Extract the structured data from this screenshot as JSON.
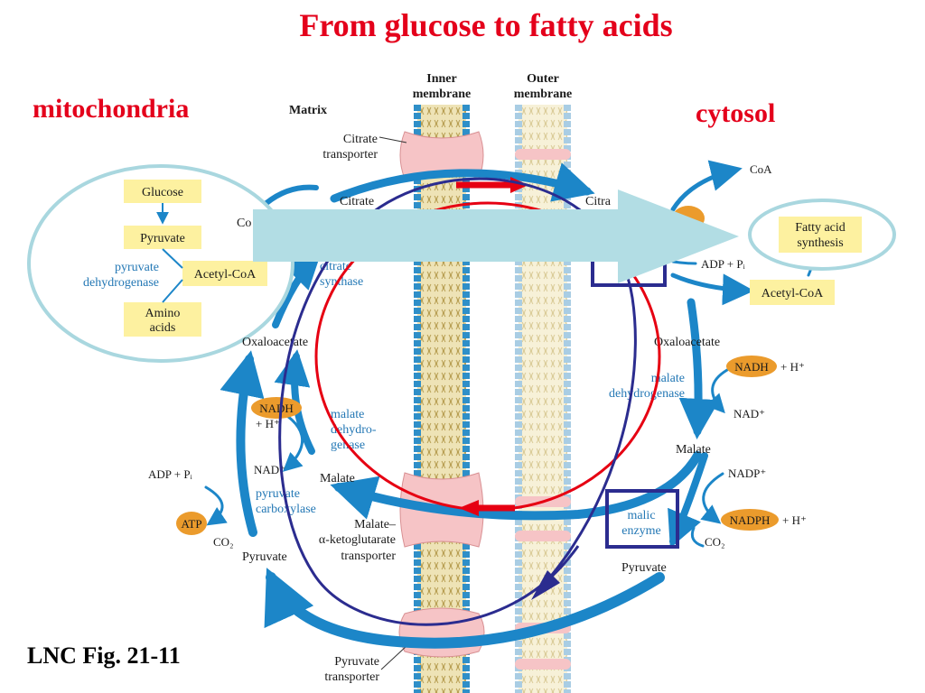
{
  "title": "From glucose to fatty acids",
  "region_mito": "mitochondria",
  "region_cytosol": "cytosol",
  "figure_ref": "LNC Fig. 21-11",
  "headers": {
    "matrix": "Matrix",
    "inner": [
      "Inner",
      "membrane"
    ],
    "outer": [
      "Outer",
      "membrane"
    ]
  },
  "transporters": {
    "citrate": [
      "Citrate",
      "transporter"
    ],
    "malate_akg": [
      "Malate–",
      "α-ketoglutarate",
      "transporter"
    ],
    "pyruvate": [
      "Pyruvate",
      "transporter"
    ]
  },
  "mito": {
    "glucose": "Glucose",
    "pyruvate_box": "Pyruvate",
    "acetyl_coa": "Acetyl-CoA",
    "amino_acids": [
      "Amino",
      "acids"
    ],
    "pdh": [
      "pyruvate",
      "dehydrogenase"
    ],
    "coa": "Co",
    "citrate": "Citrate",
    "citrate_synthase": [
      "citrate",
      "synthase"
    ],
    "oxaloacetate": "Oxaloacetate",
    "nadh": "NADH",
    "h_plus": "+ H⁺",
    "nad_plus": "NAD⁺",
    "malate_dh": [
      "malate",
      "dehydro-",
      "genase"
    ],
    "malate": "Malate",
    "adp_pi": "ADP + Pᵢ",
    "pyruvate_carboxylase": [
      "pyruvate",
      "carboxylase"
    ],
    "atp": "ATP",
    "co2": "CO₂",
    "pyruvate": "Pyruvate"
  },
  "cytosol": {
    "citrate": "Citra",
    "coa": "CoA",
    "fatty_acid_synthesis": [
      "Fatty acid",
      "synthesis"
    ],
    "adp_pi": "ADP + Pᵢ",
    "acetyl_coa": "Acetyl-CoA",
    "oxaloacetate": "Oxaloacetate",
    "nadh": "NADH",
    "h_plus": "+ H⁺",
    "malate_dh": [
      "malate",
      "dehydrogenase"
    ],
    "nad_plus": "NAD⁺",
    "malate": "Malate",
    "nadp_plus": "NADP⁺",
    "malic_enzyme": [
      "malic",
      "enzyme"
    ],
    "nadph": "NADPH",
    "h_plus2": "+ H⁺",
    "co2": "CO₂",
    "pyruvate": "Pyruvate"
  },
  "colors": {
    "title_red": "#e4001b",
    "pathway_blue": "#1c86c8",
    "enzyme_blue": "#2478b5",
    "metabolite_box": "#fdf1a0",
    "cofactor_orange": "#eb9b2c",
    "overlay_arrow": "#b2dde4",
    "annotation_red": "#e60012",
    "annotation_navy": "#2b2c8f",
    "transporter_pink": "#f6c4c6",
    "membrane_blue": "#2f8fc8",
    "membrane_tail": "#c9b36a"
  }
}
